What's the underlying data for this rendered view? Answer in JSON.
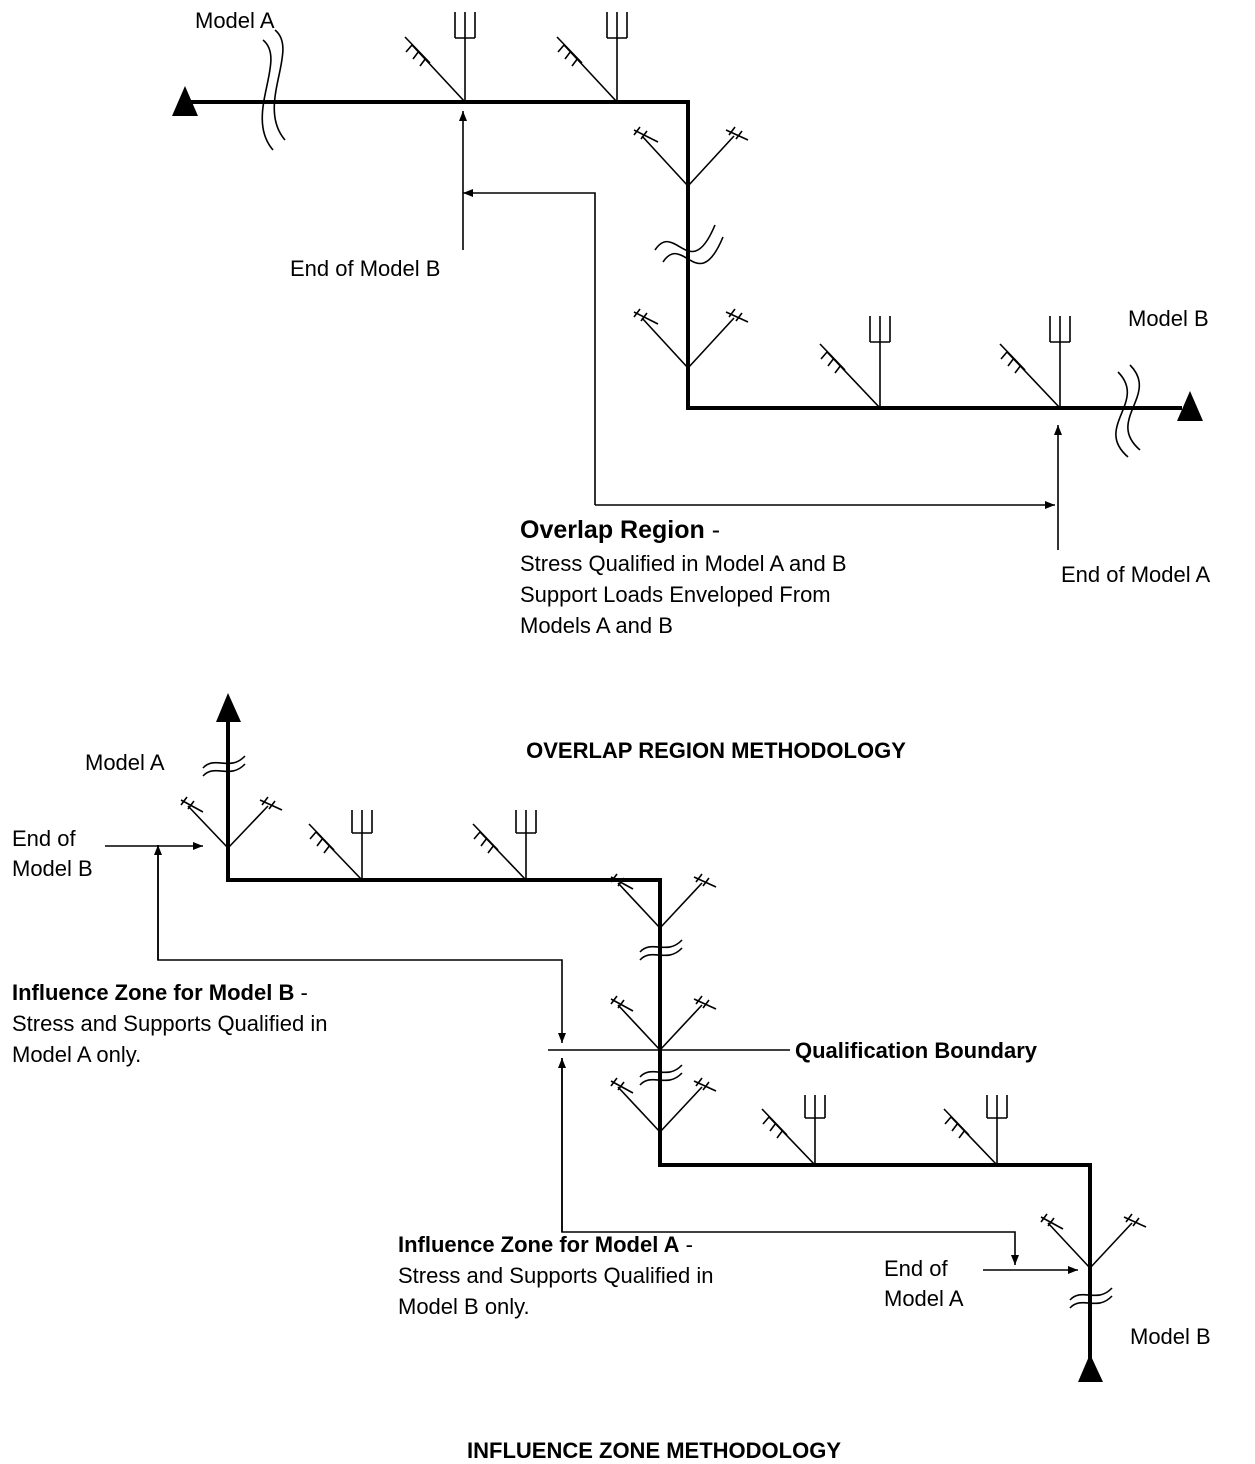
{
  "top": {
    "model_a_label": "Model A",
    "model_b_label": "Model B",
    "end_of_model_b": "End of Model B",
    "end_of_model_a": "End of Model A",
    "overlap_title": "Overlap Region",
    "overlap_dash": " -",
    "overlap_line1": "Stress Qualified in Model A and B",
    "overlap_line2": "Support Loads Enveloped From",
    "overlap_line3": "Models A and B",
    "caption": "OVERLAP REGION METHODOLOGY"
  },
  "bottom": {
    "model_a_label": "Model A",
    "model_b_label": "Model B",
    "end_of_model_b_line1": "End of",
    "end_of_model_b_line2": "Model B",
    "end_of_model_a_line1": "End of",
    "end_of_model_a_line2": "Model A",
    "zone_b_title": "Influence Zone for Model B",
    "zone_b_dash": " -",
    "zone_b_line1": "Stress and Supports Qualified in",
    "zone_b_line2": "Model A only.",
    "zone_a_title": "Influence Zone for Model A",
    "zone_a_dash": " -",
    "zone_a_line1": "Stress and Supports Qualified in",
    "zone_a_line2": "Model B only.",
    "qualification_boundary": "Qualification Boundary",
    "caption": "INFLUENCE ZONE METHODOLOGY"
  }
}
